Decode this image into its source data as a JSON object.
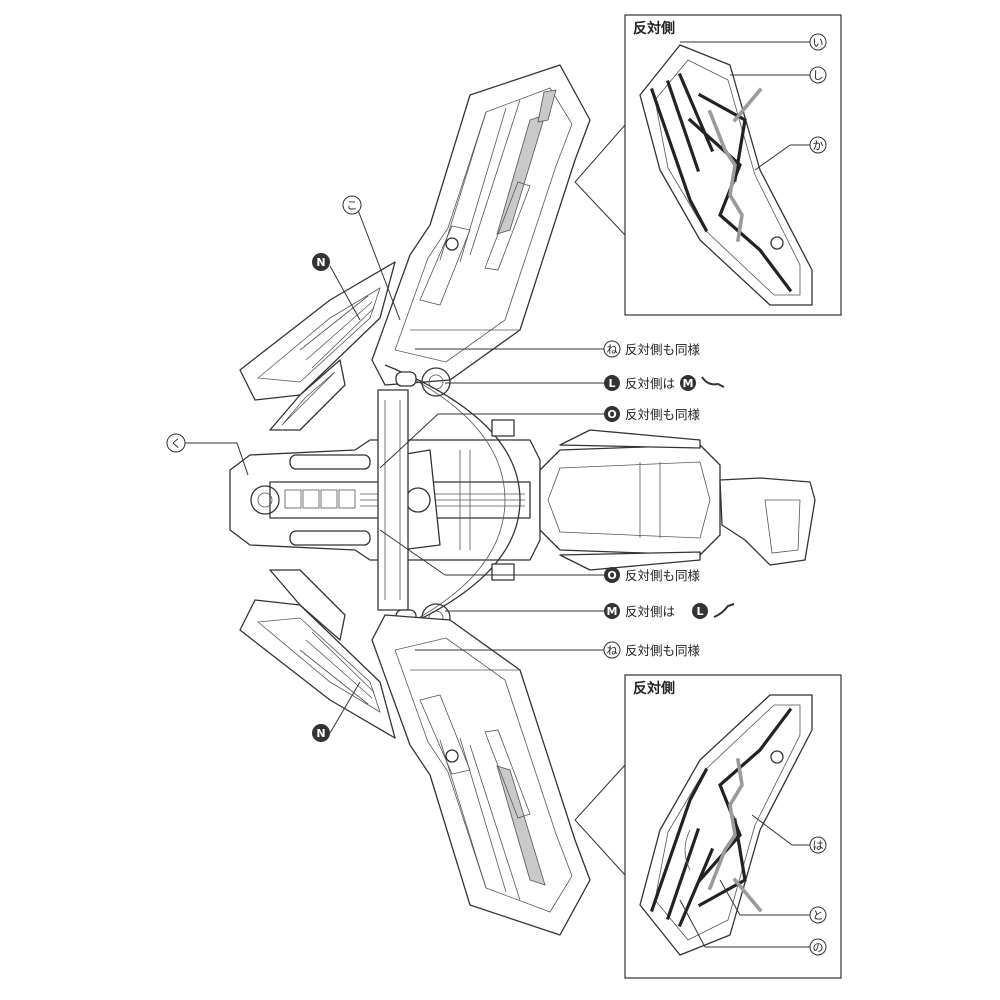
{
  "panels": {
    "top": {
      "title": "反対側",
      "labels": [
        "い",
        "し",
        "か"
      ]
    },
    "bottom": {
      "title": "反対側",
      "labels": [
        "は",
        "と",
        "の"
      ]
    }
  },
  "callouts": {
    "ko": "こ",
    "ku": "く",
    "n_top": "N",
    "n_bottom": "N",
    "ne_top": {
      "marker": "ね",
      "text": "反対側も同様"
    },
    "l_top": {
      "marker": "L",
      "text": "反対側は",
      "ref": "M"
    },
    "o_top": {
      "marker": "O",
      "text": "反対側も同様"
    },
    "o_bottom": {
      "marker": "O",
      "text": "反対側も同様"
    },
    "m_bottom": {
      "marker": "M",
      "text": "反対側は",
      "ref": "L"
    },
    "ne_bottom": {
      "marker": "ね",
      "text": "反対側も同様"
    }
  }
}
